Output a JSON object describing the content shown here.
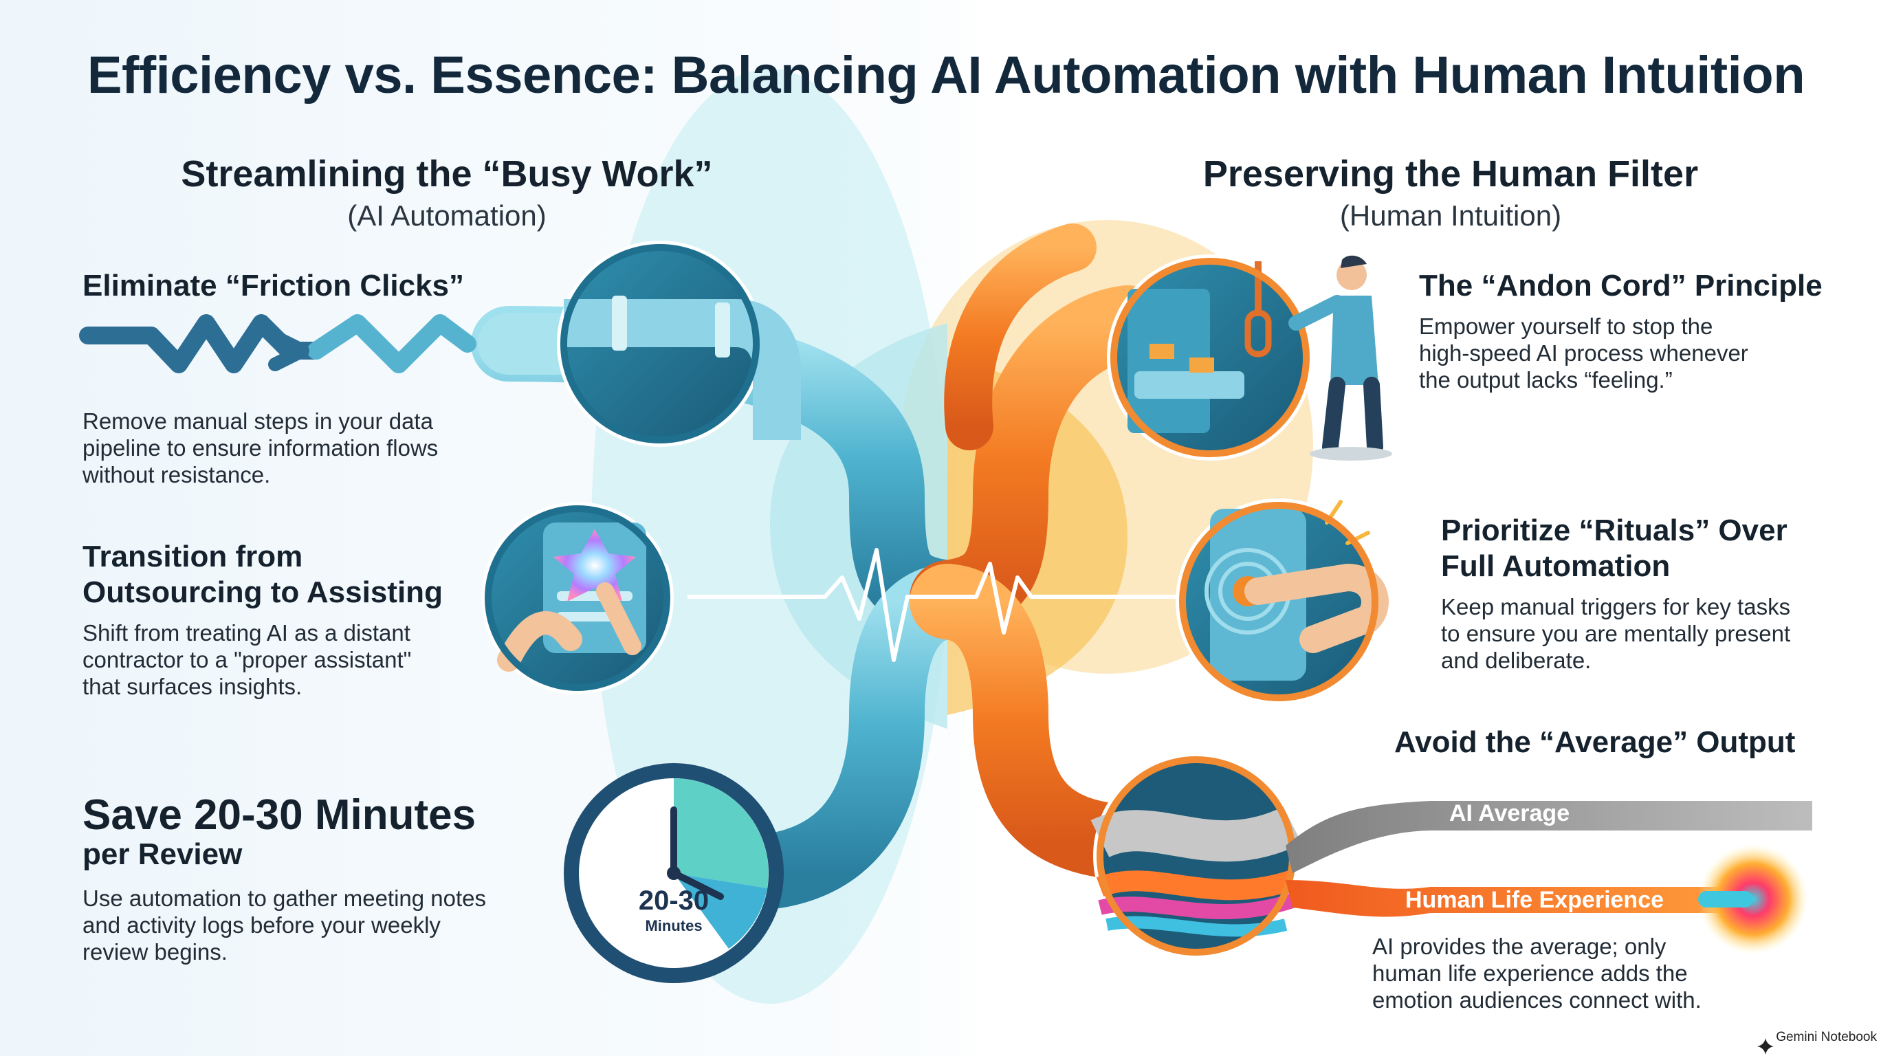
{
  "title": "Efficiency vs. Essence: Balancing AI Automation with Human Intuition",
  "left": {
    "heading": "Streamlining the “Busy Work”",
    "subheading": "(AI Automation)",
    "item1": {
      "title": "Eliminate “Friction Clicks”",
      "body": [
        "Remove manual steps in your data",
        "pipeline to ensure information flows",
        "without resistance."
      ]
    },
    "item2": {
      "title": [
        "Transition from",
        "Outsourcing to Assisting"
      ],
      "body": [
        "Shift from treating AI as a distant",
        "contractor to a \"proper assistant\"",
        "that surfaces insights."
      ]
    },
    "item3": {
      "title": "Save 20-30 Minutes",
      "subtitle": "per Review",
      "body": [
        "Use automation to gather meeting notes",
        "and activity logs before your weekly",
        "review begins."
      ],
      "clock_value": "20-30",
      "clock_unit": "Minutes"
    }
  },
  "right": {
    "heading": "Preserving the Human Filter",
    "subheading": "(Human Intuition)",
    "item1": {
      "title": "The “Andon Cord” Principle",
      "body": [
        "Empower yourself to stop the",
        "high-speed AI process whenever",
        "the output lacks “feeling.”"
      ]
    },
    "item2": {
      "title": [
        "Prioritize “Rituals” Over",
        "Full Automation"
      ],
      "body": [
        "Keep manual triggers for key tasks",
        "to ensure you are mentally present",
        "and deliberate."
      ]
    },
    "item3": {
      "title": "Avoid the “Average” Output",
      "ribbon_ai": "AI Average",
      "ribbon_human": "Human Life Experience",
      "body": [
        "AI provides the average; only",
        "human life experience adds the",
        "emotion audiences connect with."
      ]
    }
  },
  "badge": "Gemini Notebook",
  "icons": [
    "friction-arrows-icon",
    "pipe-icon",
    "ai-assistant-icon",
    "stopwatch-icon",
    "andon-cord-icon",
    "manual-trigger-icon",
    "color-stream-icon",
    "heartbeat-icon",
    "gemini-sparkle-icon"
  ],
  "colors": {
    "teal": "#3fa8c4",
    "deep_teal": "#1f6f8f",
    "orange": "#f07a26",
    "amber": "#f6b73c",
    "gray_ribbon": "#a9a9a9"
  }
}
